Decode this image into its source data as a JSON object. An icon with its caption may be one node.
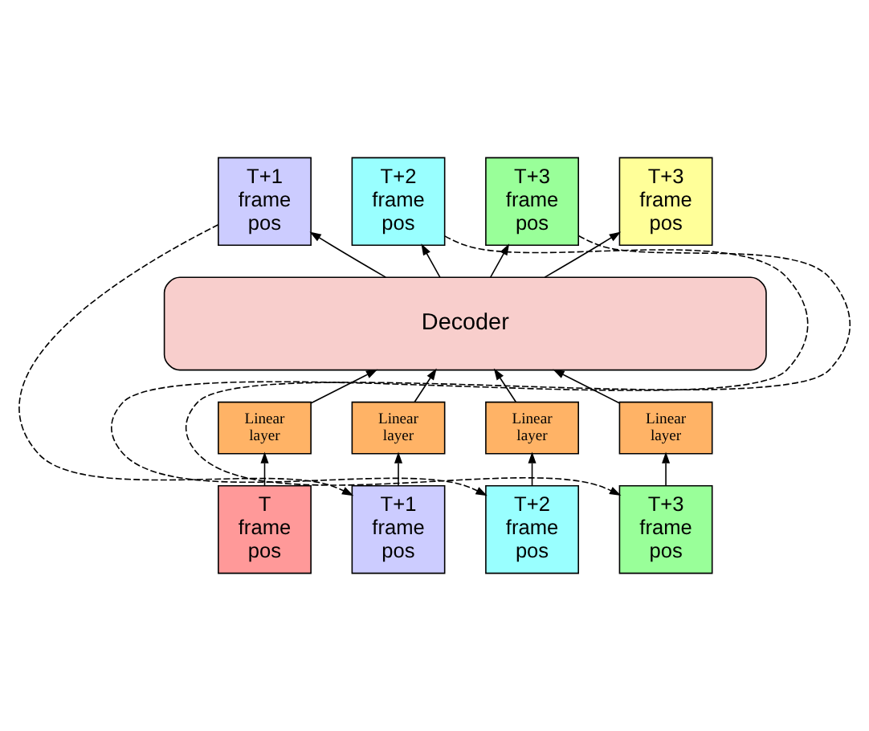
{
  "diagram": {
    "nodes": [
      {
        "text": [
          "T+1 frame pos"
        ]
      },
      {
        "text": [
          "T+2 frame pos"
        ]
      },
      {
        "text": [
          "T+3 frame pos"
        ]
      },
      {
        "text": [
          "T+3 frame pos"
        ]
      },
      {
        "text": [
          "Decoder"
        ]
      },
      {
        "text": [
          "Linear layer"
        ]
      },
      {
        "text": [
          "Linear layer"
        ]
      },
      {
        "text": [
          "Linear layer"
        ]
      },
      {
        "text": [
          "Linear layer"
        ]
      },
      {
        "text": [
          "T frame pos"
        ]
      },
      {
        "text": [
          "T+1 frame pos"
        ]
      },
      {
        "text": [
          "T+2 frame pos"
        ]
      },
      {
        "text": [
          "T+3 frame pos"
        ]
      }
    ],
    "edges": [
      {
        "from": 9,
        "to": 5,
        "arrow": "to"
      },
      {
        "from": 10,
        "to": 6,
        "arrow": "to"
      },
      {
        "from": 11,
        "to": 7,
        "arrow": "to"
      },
      {
        "from": 12,
        "to": 8,
        "arrow": "to"
      },
      {
        "from": 5,
        "to": 4,
        "arrow": "to"
      },
      {
        "from": 6,
        "to": 4,
        "arrow": "to"
      },
      {
        "from": 7,
        "to": 4,
        "arrow": "to"
      },
      {
        "from": 8,
        "to": 4,
        "arrow": "to"
      },
      {
        "from": 4,
        "to": 0,
        "arrow": "to"
      },
      {
        "from": 4,
        "to": 1,
        "arrow": "to"
      },
      {
        "from": 4,
        "to": 2,
        "arrow": "to"
      },
      {
        "from": 4,
        "to": 3,
        "arrow": "to"
      },
      {
        "from": 0,
        "to": 10,
        "arrow": "to",
        "style": "dashed"
      },
      {
        "from": 1,
        "to": 11,
        "arrow": "to",
        "style": "dashed"
      },
      {
        "from": 2,
        "to": 12,
        "arrow": "to",
        "style": "dashed"
      }
    ]
  }
}
